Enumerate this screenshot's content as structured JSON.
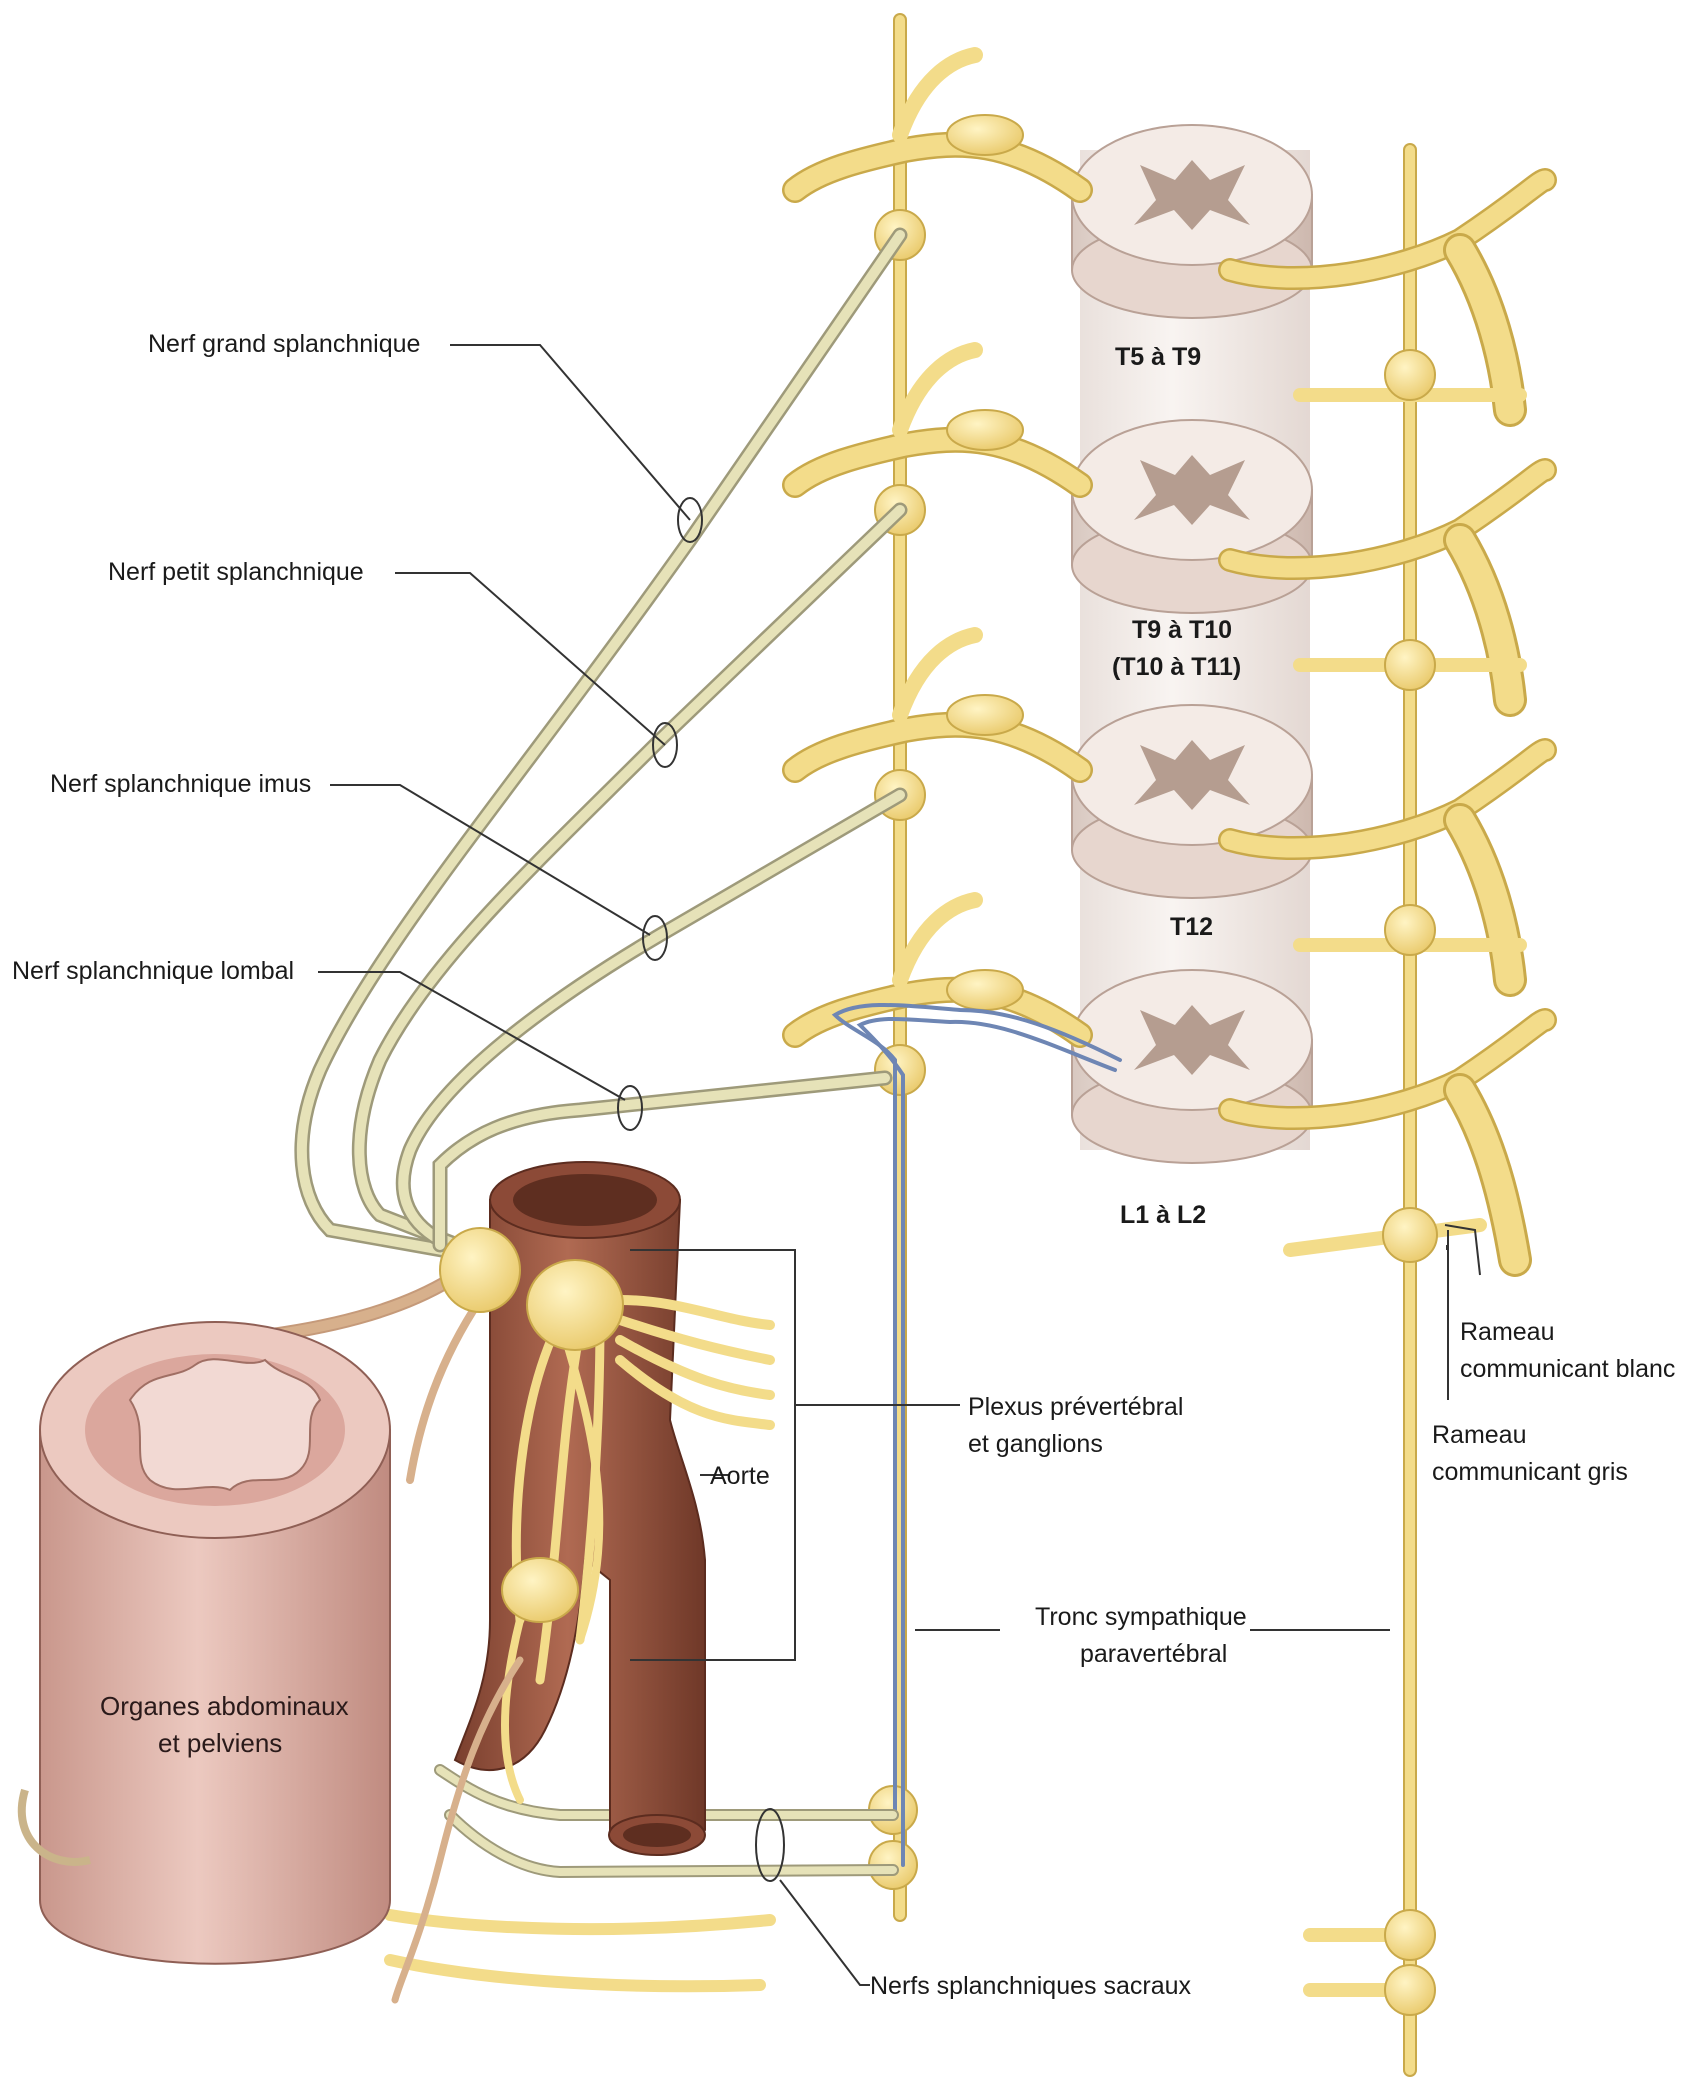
{
  "labels": {
    "nerf_grand_splanchnique": "Nerf grand splanchnique",
    "nerf_petit_splanchnique": "Nerf petit splanchnique",
    "nerf_splanchnique_imus": "Nerf splanchnique imus",
    "nerf_splanchnique_lombal": "Nerf splanchnique lombal",
    "plexus_line1": "Plexus prévertébral",
    "plexus_line2": "et ganglions",
    "aorte": "Aorte",
    "organes_line1": "Organes abdominaux",
    "organes_line2": "et pelviens",
    "tronc_line1": "Tronc sympathique",
    "tronc_line2": "paravertébral",
    "rameau_blanc_line1": "Rameau",
    "rameau_blanc_line2": "communicant blanc",
    "rameau_gris_line1": "Rameau",
    "rameau_gris_line2": "communicant gris",
    "nerfs_sacraux": "Nerfs splanchniques sacraux"
  },
  "segments": {
    "t5_t9": "T5 à T9",
    "t9_t10": "T9 à T10",
    "t10_t11": "(T10 à T11)",
    "t12": "T12",
    "l1_l2": "L1 à L2"
  },
  "colors": {
    "nerve": "#f3dc8a",
    "nerve_outline": "#c9a94a",
    "ganglion": "#f7e39a",
    "aorta": "#a4614a",
    "organ": "#d9aea4",
    "spinal_cord": "#eee1da",
    "grey_matter": "#b59d90",
    "fiber_blue": "#6e86b4",
    "leader": "#333333"
  }
}
